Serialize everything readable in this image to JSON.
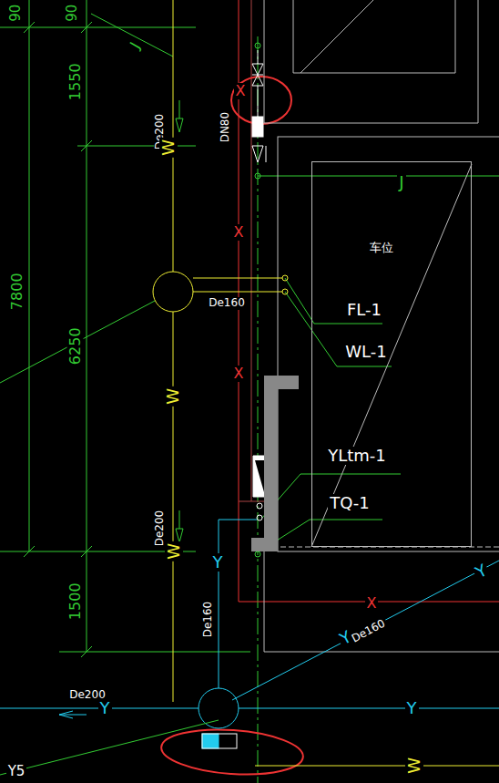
{
  "diagram": {
    "nodes": [
      {
        "text": [
          "车位"
        ]
      }
    ],
    "labels": [
      "90",
      "90",
      "1550",
      "7800",
      "6250",
      "1500",
      "J",
      "De200",
      "W",
      "DN80",
      "De160",
      "FL-1",
      "WL-1",
      "W",
      "YLtm-1",
      "TQ-1",
      "De200",
      "W",
      "Y",
      "De160",
      "Y",
      "De160",
      "Y",
      "X",
      "X",
      "X",
      "X",
      "J",
      "De200",
      "Y",
      "Y",
      "Y5",
      "W"
    ]
  }
}
